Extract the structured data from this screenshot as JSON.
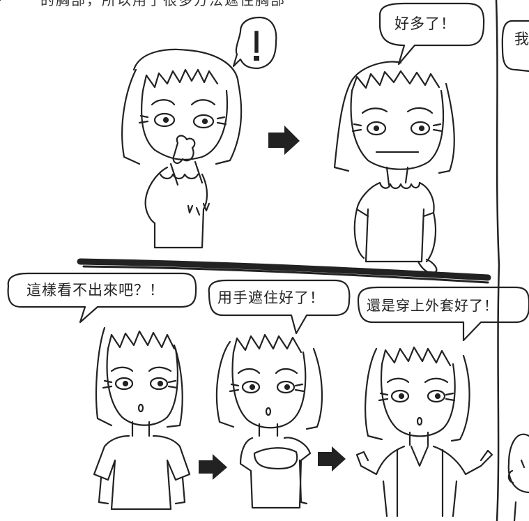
{
  "caption": {
    "partial_text": "的胸部，所以用了很多方法遮住胸部"
  },
  "top_panel": {
    "exclaim_symbol": "!",
    "speech_right": "好多了！"
  },
  "right_partial": {
    "speech_fragment": "我"
  },
  "bottom_panel": {
    "speech_1": "這樣看不出來吧？！",
    "speech_2": "用手遮住好了！",
    "speech_3": "還是穿上外套好了！"
  },
  "icons": [
    "arrow-right-icon",
    "exclamation-icon"
  ],
  "colors": {
    "ink": "#222222",
    "paper": "#ffffff"
  }
}
